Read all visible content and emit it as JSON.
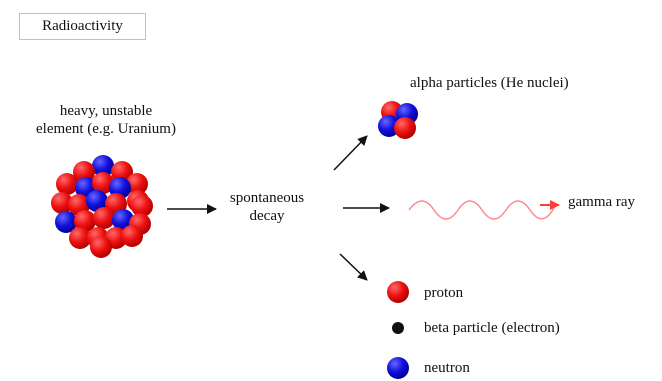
{
  "title": "Radioactivity",
  "heavy_element": {
    "line1": "heavy, unstable",
    "line2": "element (e.g. Uranium)"
  },
  "decay": {
    "line1": "spontaneous",
    "line2": "decay"
  },
  "products": {
    "alpha": "alpha particles (He nuclei)",
    "gamma": "gamma ray"
  },
  "legend": {
    "proton": "proton",
    "beta": "beta particle (electron)",
    "neutron": "neutron"
  },
  "colors": {
    "proton": "#ee1111",
    "neutron": "#1111dd",
    "electron": "#111111",
    "gamma_wave": "#ff8b8b",
    "gamma_arrow": "#ff3b3b",
    "title_border": "#d9b6b0"
  }
}
